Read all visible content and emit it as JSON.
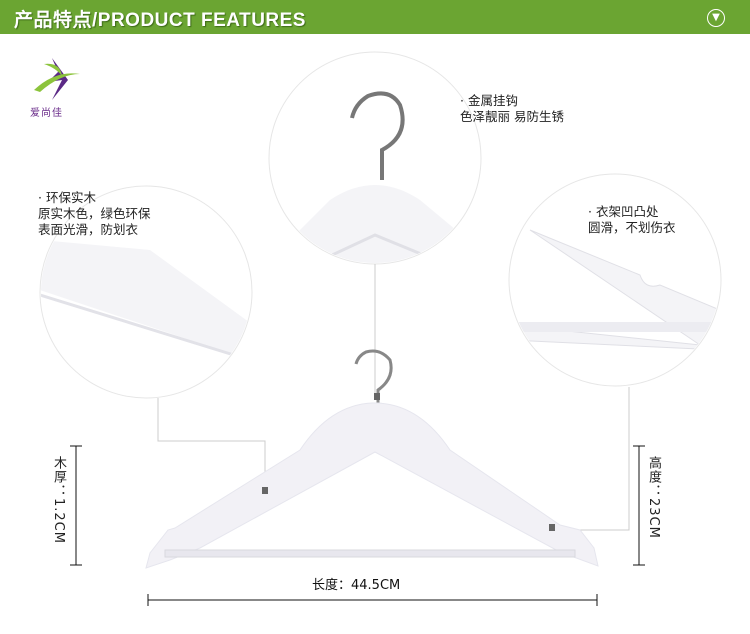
{
  "header": {
    "title": "产品特点/PRODUCT FEATURES",
    "toggle_icon": "chevron-down-circle-icon"
  },
  "brand": {
    "logo_text": "爱尚佳"
  },
  "features": [
    {
      "title": "金属挂钩",
      "lines": [
        "色泽靓丽 易防生锈"
      ]
    },
    {
      "title": "环保实木",
      "lines": [
        "原实木色，绿色环保",
        "表面光滑，防划衣"
      ]
    },
    {
      "title": "衣架凹凸处",
      "lines": [
        "圆滑，不划伤衣"
      ]
    }
  ],
  "dimensions": {
    "thickness": "木厚：1.2CM",
    "height": "高度：23CM",
    "length": "长度：44.5CM"
  },
  "colors": {
    "header": "#6ba532"
  }
}
